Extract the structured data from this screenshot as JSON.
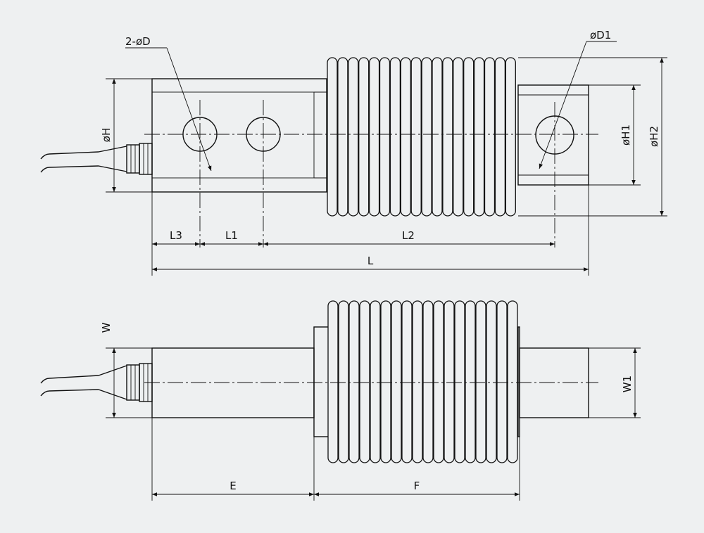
{
  "colors": {
    "background": "#eef0f1",
    "line": "#111111"
  },
  "labels": {
    "holes_2d": "2-øD",
    "hole_d1": "øD1",
    "dia_h": "øH",
    "dia_h1": "øH1",
    "dia_h2": "øH2",
    "l3": "L3",
    "l1": "L1",
    "l2": "L2",
    "l": "L",
    "w": "W",
    "w1": "W1",
    "e": "E",
    "f": "F"
  }
}
